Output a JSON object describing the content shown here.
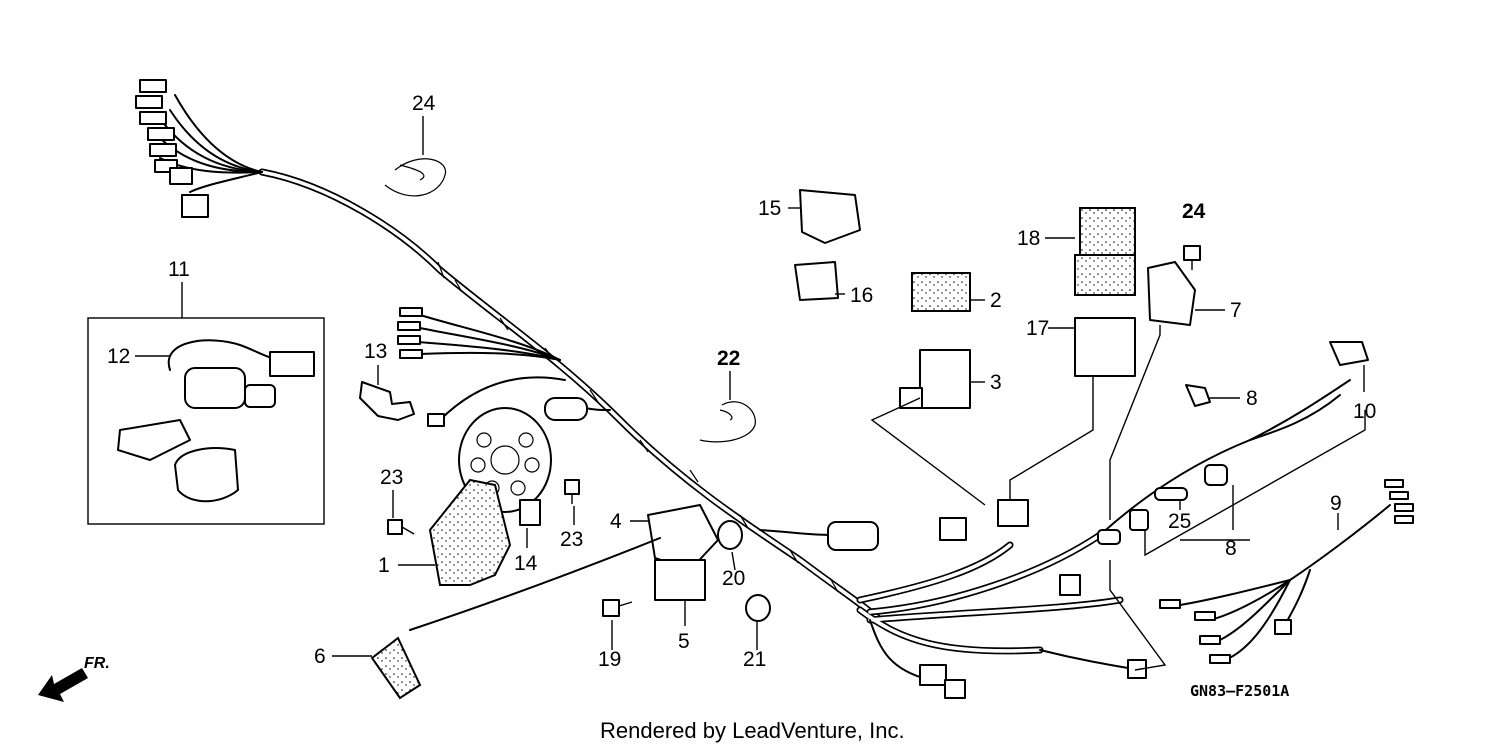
{
  "diagram": {
    "drawing_code": "GN83–F2501A",
    "credit": "Rendered by LeadVenture, Inc.",
    "direction_label": "FR.",
    "callouts": {
      "p1": "1",
      "p2": "2",
      "p3": "3",
      "p4": "4",
      "p5": "5",
      "p6": "6",
      "p7": "7",
      "p8a": "8",
      "p8b": "8",
      "p9": "9",
      "p10": "10",
      "p11": "11",
      "p12": "12",
      "p13": "13",
      "p14": "14",
      "p15": "15",
      "p16": "16",
      "p17": "17",
      "p18": "18",
      "p19": "19",
      "p20": "20",
      "p21": "21",
      "p22": "22",
      "p23a": "23",
      "p23b": "23",
      "p24a": "24",
      "p24b": "24",
      "p25": "25"
    }
  }
}
